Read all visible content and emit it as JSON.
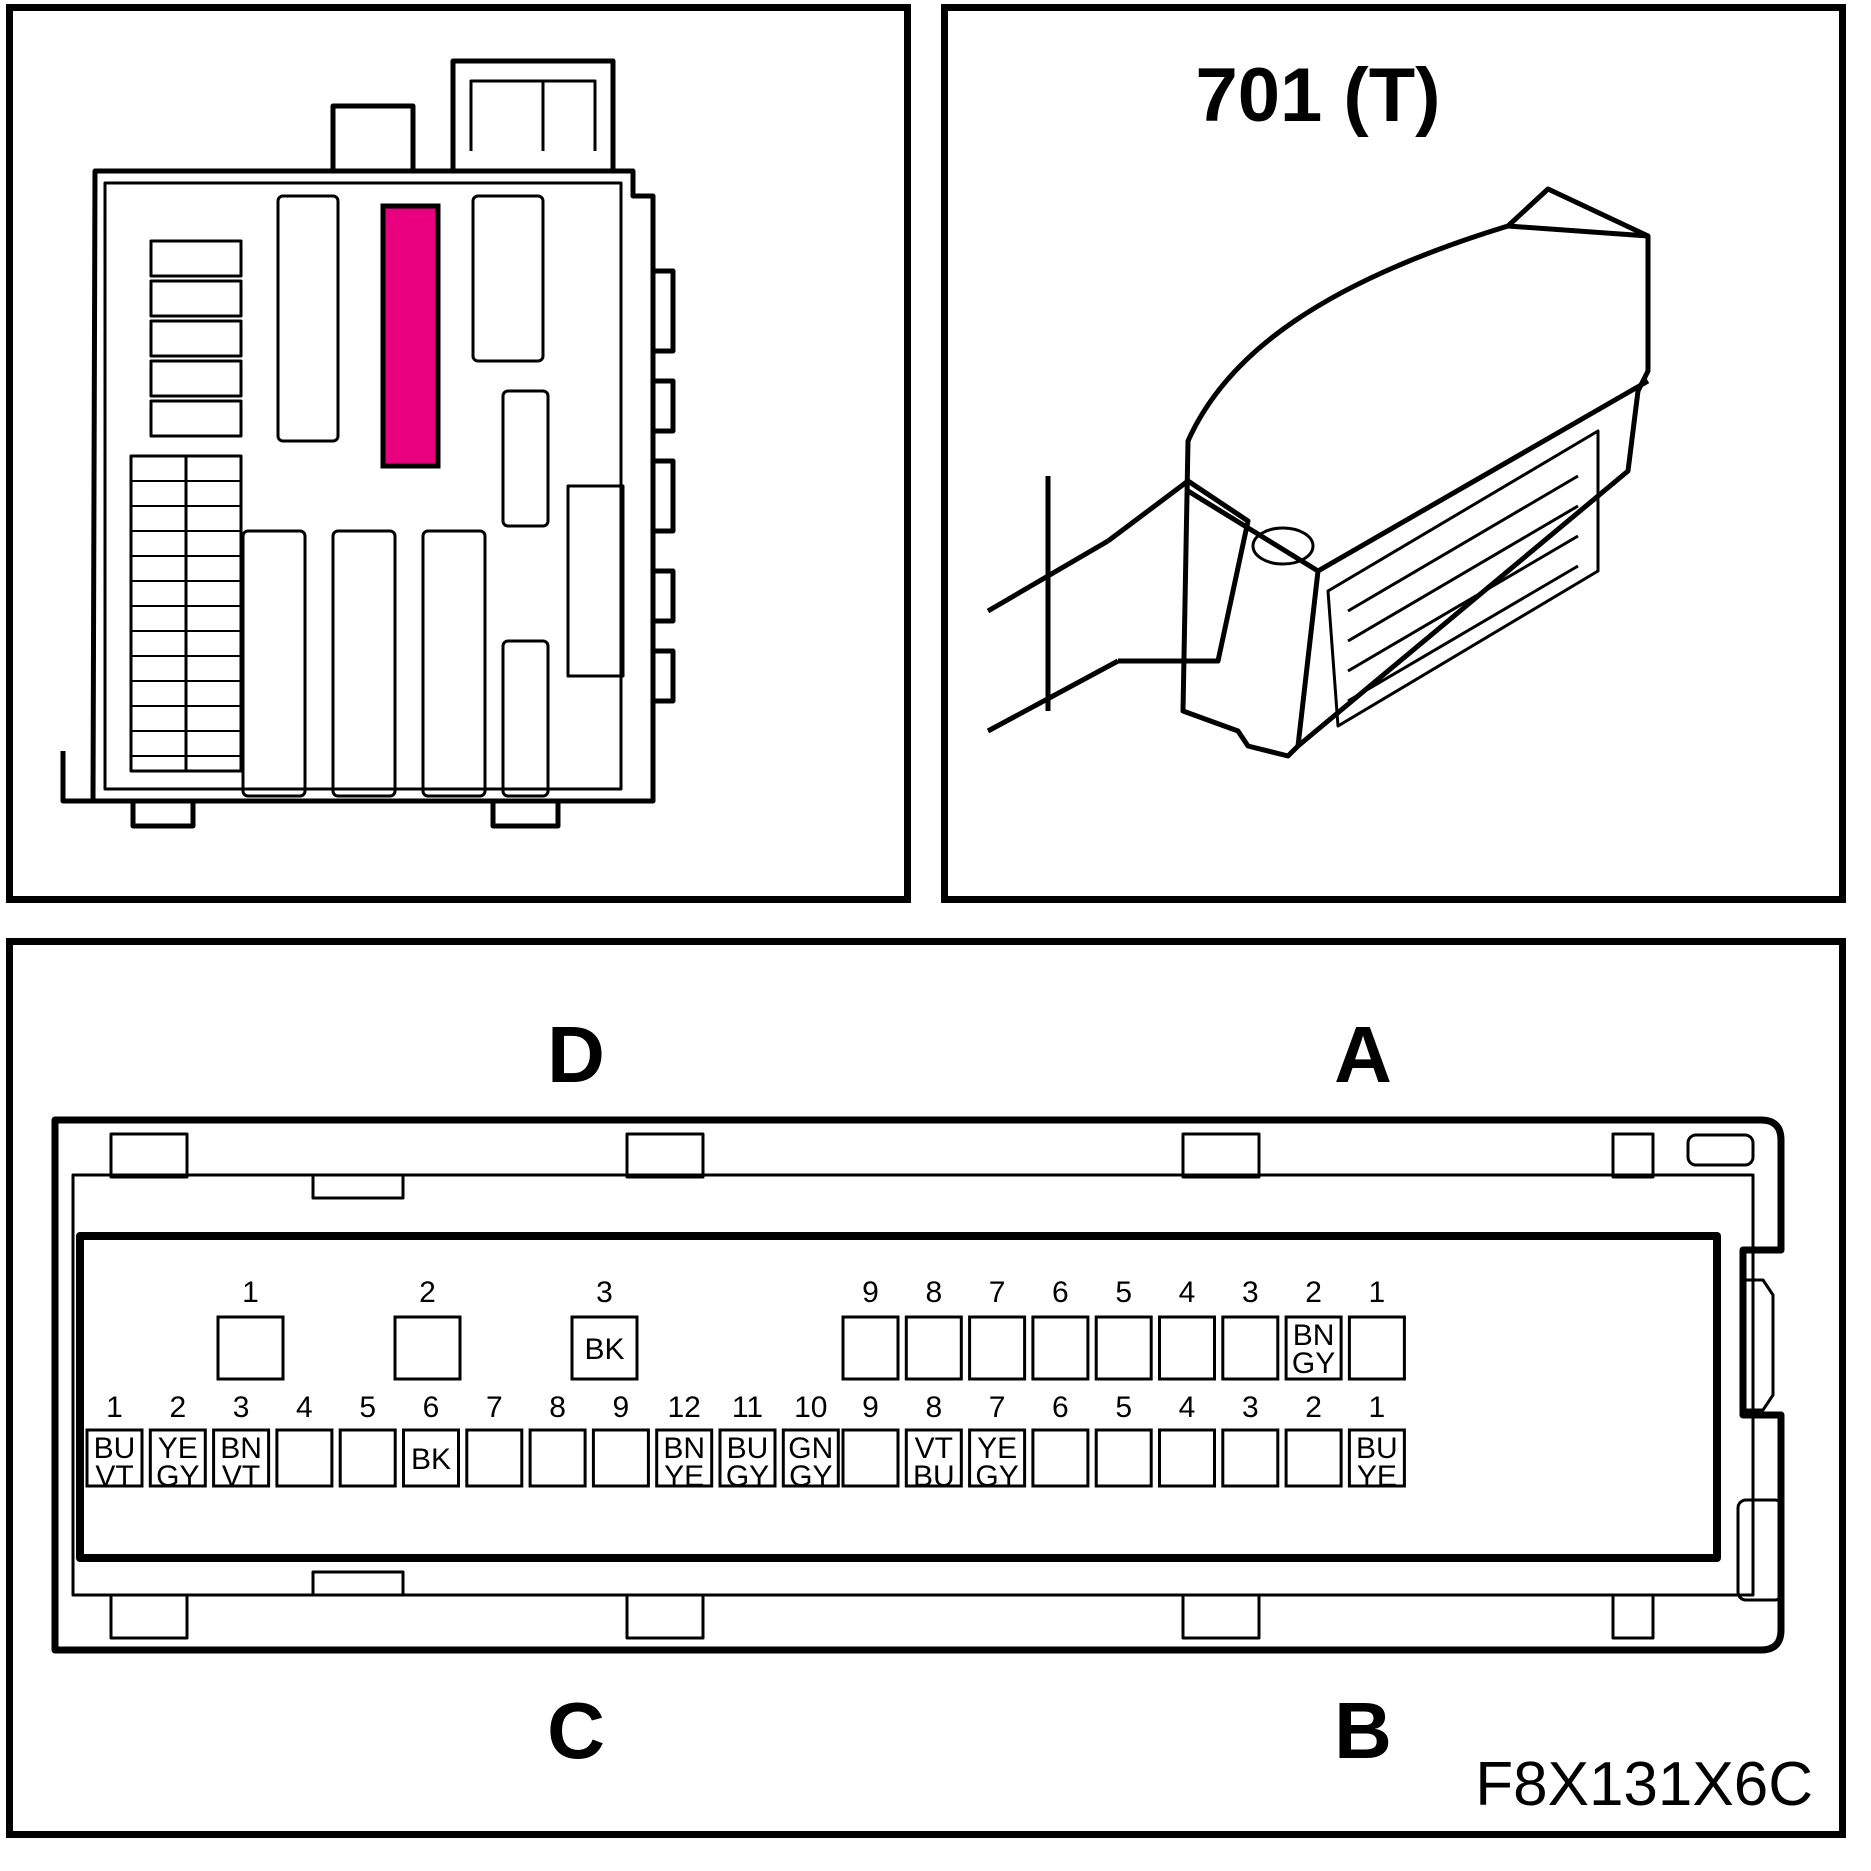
{
  "connector": {
    "title": "701 (T)",
    "figure_id": "F8X131X6C",
    "highlight_color": "#e8007e",
    "side_labels": {
      "top_left": "D",
      "top_right": "A",
      "bottom_left": "C",
      "bottom_right": "B"
    }
  },
  "rows": {
    "D": {
      "pins": [
        {
          "num": "1",
          "color": []
        },
        {
          "num": "2",
          "color": []
        },
        {
          "num": "3",
          "color": [
            "BK"
          ]
        }
      ]
    },
    "A": {
      "pins": [
        {
          "num": "9",
          "color": []
        },
        {
          "num": "8",
          "color": []
        },
        {
          "num": "7",
          "color": []
        },
        {
          "num": "6",
          "color": []
        },
        {
          "num": "5",
          "color": []
        },
        {
          "num": "4",
          "color": []
        },
        {
          "num": "3",
          "color": []
        },
        {
          "num": "2",
          "color": [
            "BN",
            "GY"
          ]
        },
        {
          "num": "1",
          "color": []
        }
      ]
    },
    "C": {
      "pins": [
        {
          "num": "1",
          "color": [
            "BU",
            "VT"
          ]
        },
        {
          "num": "2",
          "color": [
            "YE",
            "GY"
          ]
        },
        {
          "num": "3",
          "color": [
            "BN",
            "VT"
          ]
        },
        {
          "num": "4",
          "color": []
        },
        {
          "num": "5",
          "color": []
        },
        {
          "num": "6",
          "color": [
            "BK"
          ]
        },
        {
          "num": "7",
          "color": []
        },
        {
          "num": "8",
          "color": []
        },
        {
          "num": "9",
          "color": []
        },
        {
          "num": "12",
          "color": [
            "BN",
            "YE"
          ]
        },
        {
          "num": "11",
          "color": [
            "BU",
            "GY"
          ]
        },
        {
          "num": "10",
          "color": [
            "GN",
            "GY"
          ]
        }
      ]
    },
    "B": {
      "pins": [
        {
          "num": "9",
          "color": []
        },
        {
          "num": "8",
          "color": [
            "VT",
            "BU"
          ]
        },
        {
          "num": "7",
          "color": [
            "YE",
            "GY"
          ]
        },
        {
          "num": "6",
          "color": []
        },
        {
          "num": "5",
          "color": []
        },
        {
          "num": "4",
          "color": []
        },
        {
          "num": "3",
          "color": []
        },
        {
          "num": "2",
          "color": []
        },
        {
          "num": "1",
          "color": [
            "BU",
            "YE"
          ]
        }
      ]
    }
  }
}
